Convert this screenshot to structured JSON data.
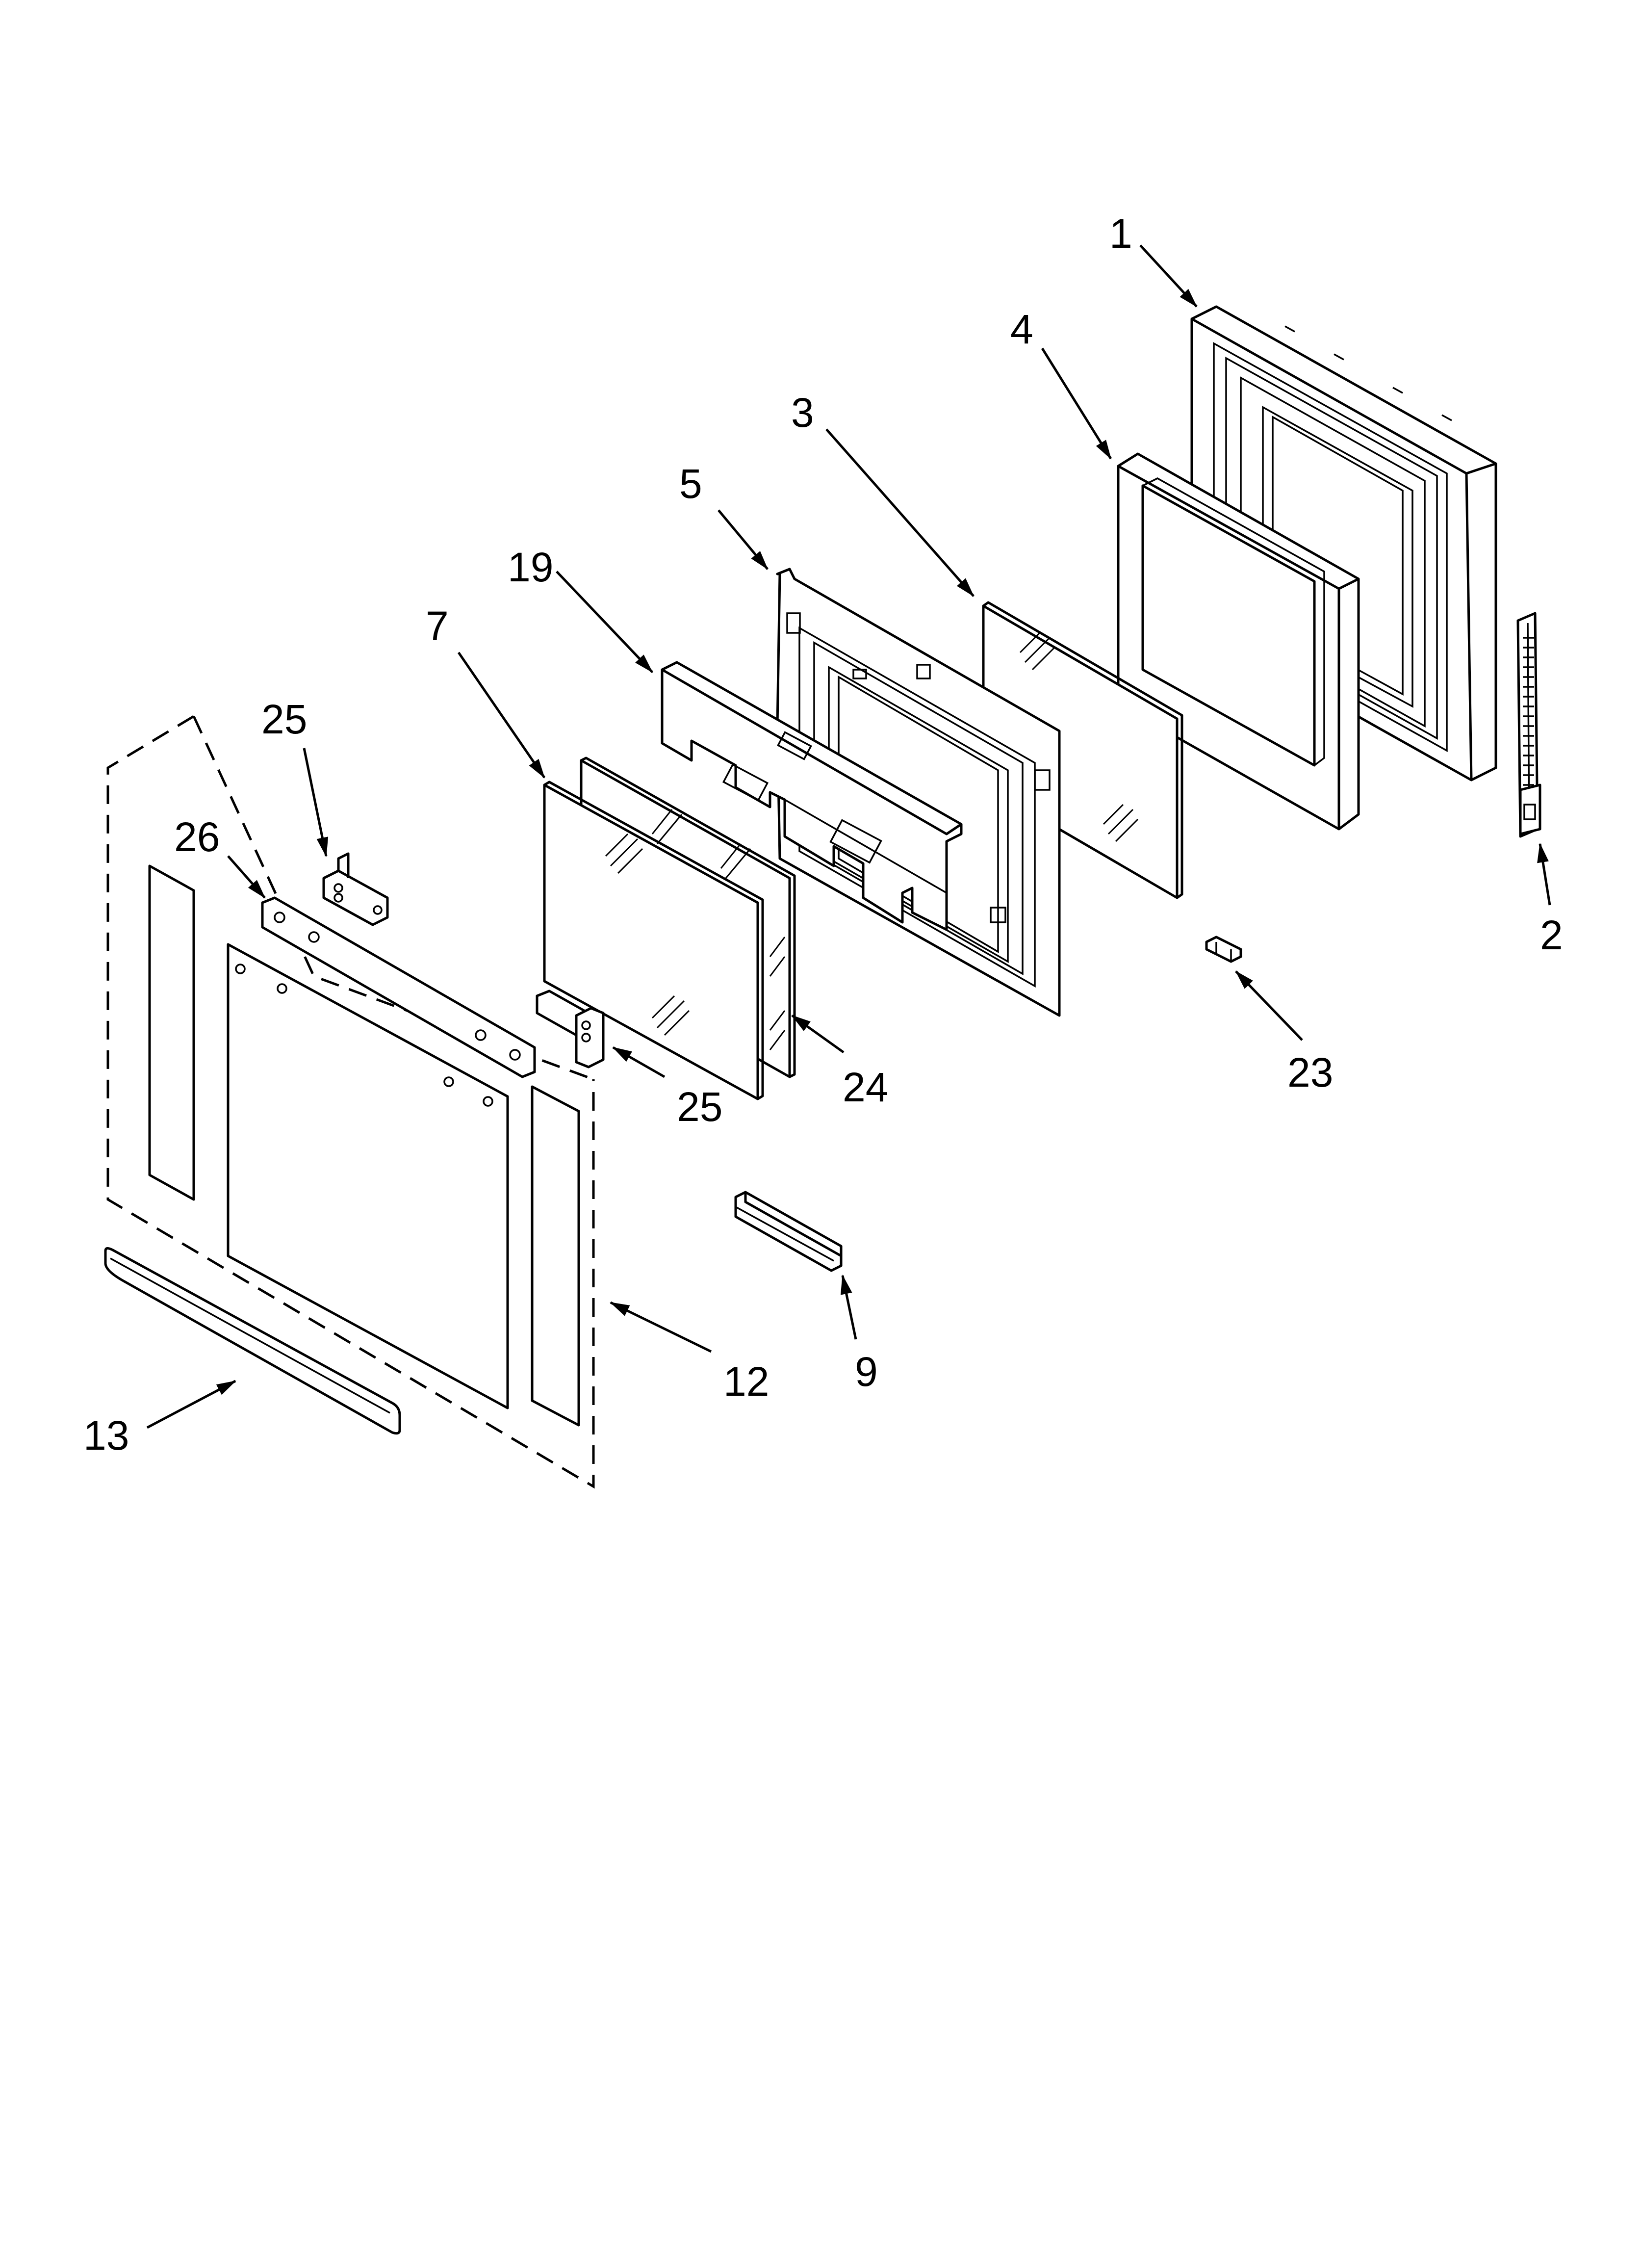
{
  "callouts": {
    "c1": "1",
    "c2": "2",
    "c3": "3",
    "c4": "4",
    "c5": "5",
    "c7": "7",
    "c9": "9",
    "c12": "12",
    "c13": "13",
    "c19": "19",
    "c23": "23",
    "c24": "24",
    "c25a": "25",
    "c25b": "25",
    "c26": "26"
  }
}
